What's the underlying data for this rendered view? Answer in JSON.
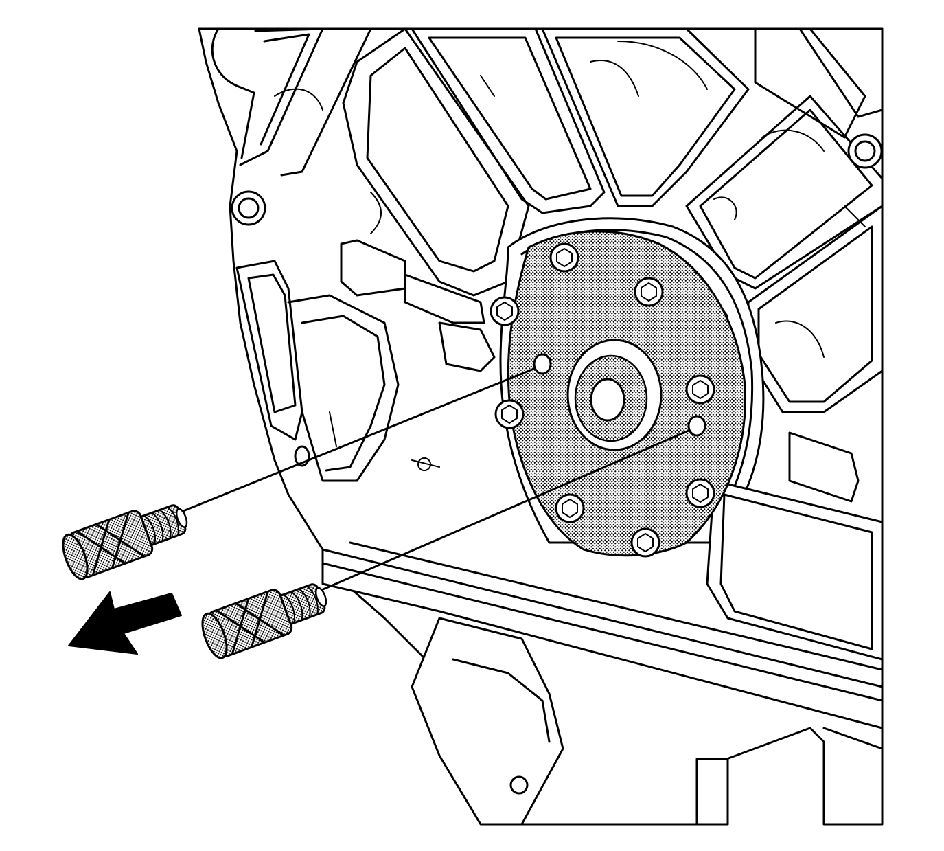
{
  "figure": {
    "description_label": "",
    "colors": {
      "line": "#000000",
      "background": "#ffffff",
      "shade": "#b0b0b0",
      "arrow": "#000000"
    },
    "icons": [
      "engine-block-rear",
      "plug",
      "arrow"
    ]
  }
}
